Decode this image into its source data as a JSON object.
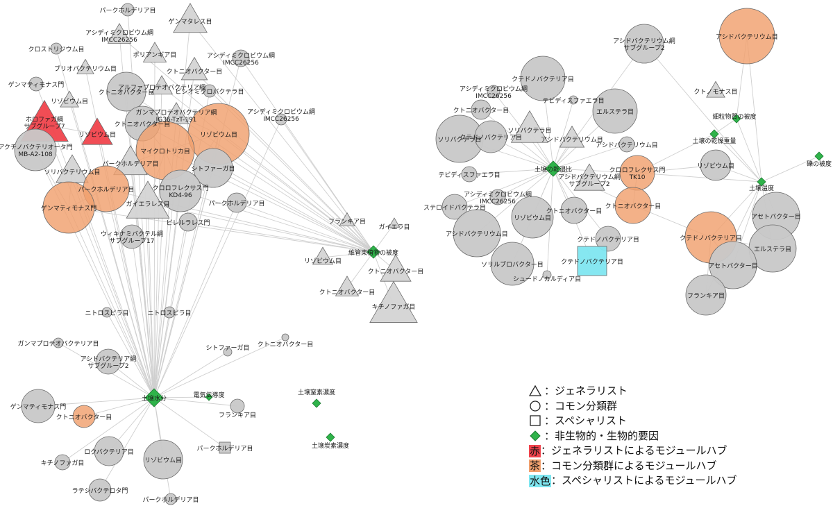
{
  "colors": {
    "common": "#c8c8c8",
    "generalist": "#d4d4d4",
    "factor": "#2fb34a",
    "red_hub": "#f0434c",
    "brown_hub": "#f0a06e",
    "cyan_hub": "#7fe6f0",
    "edge": "#cfcfcf"
  },
  "legend": [
    {
      "shape": "triangle",
      "text": "：ジェネラリスト"
    },
    {
      "shape": "circle",
      "text": "：コモン分類群"
    },
    {
      "shape": "square",
      "text": "：スペシャリスト"
    },
    {
      "shape": "diamond",
      "text": "：非生物的・生物的要因"
    },
    {
      "shape": "box",
      "box_text": "赤",
      "box_color": "#f0434c",
      "text": "：ジェネラリストによるモジュールハブ"
    },
    {
      "shape": "box",
      "box_text": "茶",
      "box_color": "#f0a06e",
      "text": "：コモン分類群によるモジュールハブ"
    },
    {
      "shape": "box",
      "box_text": "水色",
      "box_color": "#7fe6f0",
      "text": "：スペシャリストによるモジュールハブ"
    }
  ],
  "factors": [
    {
      "id": "F_moisture",
      "label": "土壌水分"
    },
    {
      "id": "F_vascular",
      "label": "維管束植物の被度"
    },
    {
      "id": "F_dryratio",
      "label": "土壌の乾湿比"
    },
    {
      "id": "F_temp",
      "label": "土壌温度"
    },
    {
      "id": "F_gravel",
      "label": "礫の被度"
    },
    {
      "id": "F_fine",
      "label": "細粒物質の被度"
    },
    {
      "id": "F_dryweight",
      "label": "土壌の乾燥重量"
    },
    {
      "id": "F_ec",
      "label": "電気伝導度"
    },
    {
      "id": "F_N",
      "label": "土壌窒素濃度"
    },
    {
      "id": "F_C",
      "label": "土壌炭素濃度"
    }
  ],
  "nodes": [
    {
      "id": "n1",
      "shape": "circle",
      "hub": "none",
      "label": "パークホルデリア目"
    },
    {
      "id": "n2",
      "shape": "triangle",
      "hub": "none",
      "label": "ゲンマタレス目"
    },
    {
      "id": "n3",
      "shape": "triangle",
      "hub": "none",
      "label": "アシディミクロビウム綱\nIMCC26256"
    },
    {
      "id": "n4",
      "shape": "circle",
      "hub": "none",
      "label": "クロストリジウム目"
    },
    {
      "id": "n5",
      "shape": "triangle",
      "hub": "none",
      "label": "ポリアンギア目"
    },
    {
      "id": "n6",
      "shape": "circle",
      "hub": "none",
      "label": "アシディミクロビウム綱\nIMCC26256"
    },
    {
      "id": "n7",
      "shape": "triangle",
      "hub": "none",
      "label": "ブリオバクテリウム目"
    },
    {
      "id": "n8",
      "shape": "triangle",
      "hub": "none",
      "label": "クトニオバクター目"
    },
    {
      "id": "n9",
      "shape": "circle",
      "hub": "none",
      "label": "ゲンマティモナス門"
    },
    {
      "id": "n10",
      "shape": "triangle",
      "hub": "none",
      "label": "アルファプロテオバクテリア綱"
    },
    {
      "id": "n11",
      "shape": "circle",
      "hub": "none",
      "label": "ビシオミクロバクテラ目"
    },
    {
      "id": "n12",
      "shape": "triangle",
      "hub": "none",
      "label": "リゾビウム目"
    },
    {
      "id": "n13",
      "shape": "circle",
      "hub": "none",
      "label": "クトニオバクター目"
    },
    {
      "id": "n14",
      "shape": "triangle",
      "hub": "none",
      "label": "ガンマプロテオバクテリア綱\nIG36-TzT-191"
    },
    {
      "id": "n15",
      "shape": "circle",
      "hub": "none",
      "label": "アシディミクロビウム綱\nIMCC26256"
    },
    {
      "id": "n16",
      "shape": "triangle",
      "hub": "red",
      "label": "ホロファガ綱\nサブグループ7"
    },
    {
      "id": "n17",
      "shape": "triangle",
      "hub": "red",
      "label": "リゾビウム目"
    },
    {
      "id": "n18",
      "shape": "circle",
      "hub": "none",
      "label": "クトニオバクター目"
    },
    {
      "id": "n19",
      "shape": "circle",
      "hub": "brown",
      "label": "リゾビウム目"
    },
    {
      "id": "n20",
      "shape": "circle",
      "hub": "none",
      "label": "アクチノバクテリオータ門\nMB-A2-108"
    },
    {
      "id": "n21",
      "shape": "circle",
      "hub": "brown",
      "label": "マイクロトリカ目"
    },
    {
      "id": "n22",
      "shape": "triangle",
      "hub": "none",
      "label": "パークホルデリア目"
    },
    {
      "id": "n23",
      "shape": "triangle",
      "hub": "none",
      "label": "ソリバクテリウム目"
    },
    {
      "id": "n24",
      "shape": "circle",
      "hub": "none",
      "label": "シトファーガ目"
    },
    {
      "id": "n25",
      "shape": "circle",
      "hub": "brown",
      "label": "パークホルデリア目"
    },
    {
      "id": "n26",
      "shape": "circle",
      "hub": "none",
      "label": "クロロフレクサス門\nKD4-96"
    },
    {
      "id": "n27",
      "shape": "circle",
      "hub": "brown",
      "label": "ゲンマティモナス門"
    },
    {
      "id": "n28",
      "shape": "triangle",
      "hub": "none",
      "label": "ガイエラレス目"
    },
    {
      "id": "n29",
      "shape": "circle",
      "hub": "none",
      "label": "パークホルデリア目"
    },
    {
      "id": "n30",
      "shape": "circle",
      "hub": "none",
      "label": "ピレルラレス門"
    },
    {
      "id": "n31",
      "shape": "circle",
      "hub": "none",
      "label": "ウィキナミバクテル綱\nサブグループ17"
    },
    {
      "id": "n32",
      "shape": "circle",
      "hub": "none",
      "label": "ニトロスピラ目"
    },
    {
      "id": "n33",
      "shape": "circle",
      "hub": "none",
      "label": "ニトロスピラ目"
    },
    {
      "id": "n34",
      "shape": "triangle",
      "hub": "none",
      "label": "フランキア目"
    },
    {
      "id": "n35",
      "shape": "triangle",
      "hub": "none",
      "label": "ガイエラ目"
    },
    {
      "id": "n36",
      "shape": "triangle",
      "hub": "none",
      "label": "リゾビウム目"
    },
    {
      "id": "n37",
      "shape": "triangle",
      "hub": "none",
      "label": "クトニオバクター目"
    },
    {
      "id": "n38",
      "shape": "triangle",
      "hub": "none",
      "label": "クトニオバクター目"
    },
    {
      "id": "n39",
      "shape": "triangle",
      "hub": "none",
      "label": "キチノファガ目"
    },
    {
      "id": "n40",
      "shape": "circle",
      "hub": "none",
      "label": "ガンマプロテオバクテリア目"
    },
    {
      "id": "n41",
      "shape": "circle",
      "hub": "none",
      "label": "アシドバクテリア綱\nサブグループ2"
    },
    {
      "id": "n42",
      "shape": "circle",
      "hub": "none",
      "label": "シトファーガ目"
    },
    {
      "id": "n43",
      "shape": "circle",
      "hub": "none",
      "label": "クトニオバクター目"
    },
    {
      "id": "n44",
      "shape": "circle",
      "hub": "none",
      "label": "ゲンマティモナス門"
    },
    {
      "id": "n45",
      "shape": "circle",
      "hub": "brown",
      "label": "クトニオバクター目"
    },
    {
      "id": "n46",
      "shape": "circle",
      "hub": "none",
      "label": "フランキア目"
    },
    {
      "id": "n47",
      "shape": "circle",
      "hub": "none",
      "label": "ロクバクテリア目"
    },
    {
      "id": "n48",
      "shape": "circle",
      "hub": "none",
      "label": "キチノファガ目"
    },
    {
      "id": "n49",
      "shape": "circle",
      "hub": "none",
      "label": "リゾビウム目"
    },
    {
      "id": "n50",
      "shape": "square",
      "hub": "none",
      "label": "パークホルデリア目"
    },
    {
      "id": "n51",
      "shape": "circle",
      "hub": "none",
      "label": "ラテシバクテロタ門"
    },
    {
      "id": "n52",
      "shape": "circle",
      "hub": "none",
      "label": "パークホルデリア目"
    },
    {
      "id": "m1",
      "shape": "circle",
      "hub": "none",
      "label": "アシドバクテリウム綱\nサブグループ2"
    },
    {
      "id": "m2",
      "shape": "circle",
      "hub": "brown",
      "label": "アシドバクテリウム目"
    },
    {
      "id": "m3",
      "shape": "circle",
      "hub": "none",
      "label": "クテドノバクテリア目"
    },
    {
      "id": "m4",
      "shape": "circle",
      "hub": "none",
      "label": "アシディミクロビウム綱\nIMCC26256"
    },
    {
      "id": "m5",
      "shape": "circle",
      "hub": "none",
      "label": "テビディスファエラ目"
    },
    {
      "id": "m6",
      "shape": "triangle",
      "hub": "none",
      "label": "クトノモナス目"
    },
    {
      "id": "m7",
      "shape": "circle",
      "hub": "none",
      "label": "クトニオバクター目"
    },
    {
      "id": "m8",
      "shape": "circle",
      "hub": "none",
      "label": "エルステラ目"
    },
    {
      "id": "m9",
      "shape": "circle",
      "hub": "none",
      "label": "ソリバクテラ目"
    },
    {
      "id": "m10",
      "shape": "triangle",
      "hub": "none",
      "label": "ソリバクテラ目"
    },
    {
      "id": "m11",
      "shape": "triangle",
      "hub": "none",
      "label": "アシドバクテリウム目"
    },
    {
      "id": "m12",
      "shape": "circle",
      "hub": "none",
      "label": "クテドノバクテリア目"
    },
    {
      "id": "m13",
      "shape": "circle",
      "hub": "none",
      "label": "アシドバクテリウム目"
    },
    {
      "id": "m14",
      "shape": "circle",
      "hub": "none",
      "label": "テビディスファエラ目"
    },
    {
      "id": "m15",
      "shape": "circle",
      "hub": "brown",
      "label": "クロロフレクサス門\nTK10"
    },
    {
      "id": "m16",
      "shape": "circle",
      "hub": "none",
      "label": "リゾビウム目"
    },
    {
      "id": "m17",
      "shape": "triangle",
      "hub": "none",
      "label": "アシドバクテリウム綱\nサブグループ2"
    },
    {
      "id": "m18",
      "shape": "circle",
      "hub": "none",
      "label": "アシディミクロビウム綱\nIMCC26256"
    },
    {
      "id": "m19",
      "shape": "circle",
      "hub": "none",
      "label": "ステロイドバクテラ目"
    },
    {
      "id": "m20",
      "shape": "circle",
      "hub": "none",
      "label": "リゾビウム目"
    },
    {
      "id": "m21",
      "shape": "circle",
      "hub": "none",
      "label": "クトニオバクター目"
    },
    {
      "id": "m22",
      "shape": "circle",
      "hub": "brown",
      "label": "クトニオバクター目"
    },
    {
      "id": "m23",
      "shape": "circle",
      "hub": "none",
      "label": "アシドバクテリウム目"
    },
    {
      "id": "m24",
      "shape": "circle",
      "hub": "none",
      "label": "クテドノバクテリア目"
    },
    {
      "id": "m25",
      "shape": "circle",
      "hub": "none",
      "label": "ソリルブロバクター目"
    },
    {
      "id": "m26",
      "shape": "square",
      "hub": "cyan",
      "label": "クテドノバクテリア目"
    },
    {
      "id": "m27",
      "shape": "circle",
      "hub": "none",
      "label": "シュードノカルディア目"
    },
    {
      "id": "m28",
      "shape": "circle",
      "hub": "brown",
      "label": "クテドノバクテリア目"
    },
    {
      "id": "m29",
      "shape": "circle",
      "hub": "none",
      "label": "アセトバクター目"
    },
    {
      "id": "m30",
      "shape": "circle",
      "hub": "none",
      "label": "エルステラ目"
    },
    {
      "id": "m31",
      "shape": "circle",
      "hub": "none",
      "label": "アセトバクター目"
    },
    {
      "id": "m32",
      "shape": "circle",
      "hub": "none",
      "label": "フランキア目"
    }
  ]
}
